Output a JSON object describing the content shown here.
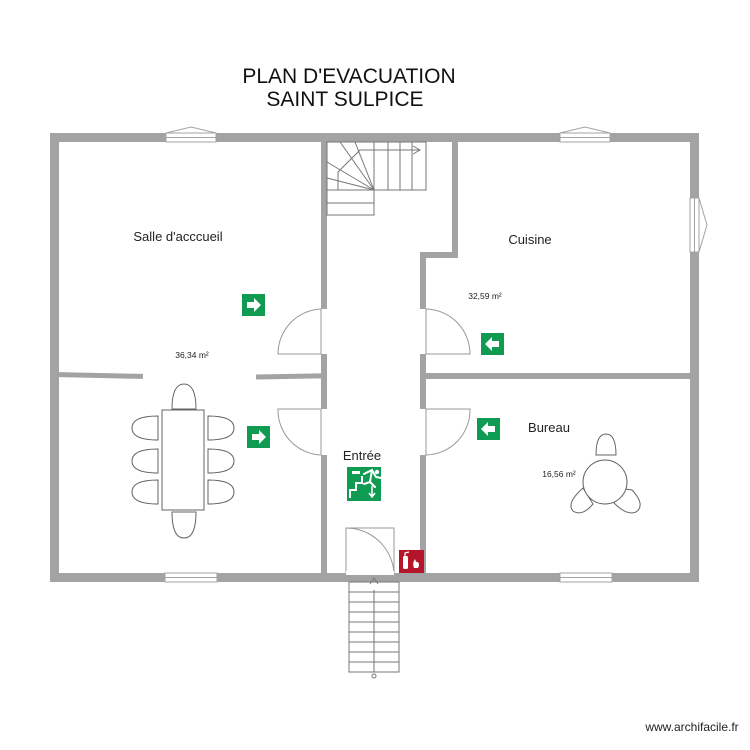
{
  "title_line1": "PLAN D'EVACUATION",
  "title_line2": "SAINT SULPICE",
  "rooms": {
    "salle": {
      "name": "Salle d'acccueil",
      "area": "36,34 m²"
    },
    "cuisine": {
      "name": "Cuisine",
      "area": "32,59 m²"
    },
    "bureau": {
      "name": "Bureau",
      "area": "16,56 m²"
    },
    "entree": {
      "name": "Entrée"
    }
  },
  "watermark": "www.archifacile.fr",
  "colors": {
    "wall": "#a3a3a3",
    "exit_sign": "#0f9b52",
    "extinguisher": "#b5152b"
  },
  "icons": [
    "exit-arrow-right-icon",
    "exit-arrow-left-icon",
    "emergency-exit-icon",
    "fire-extinguisher-icon"
  ]
}
